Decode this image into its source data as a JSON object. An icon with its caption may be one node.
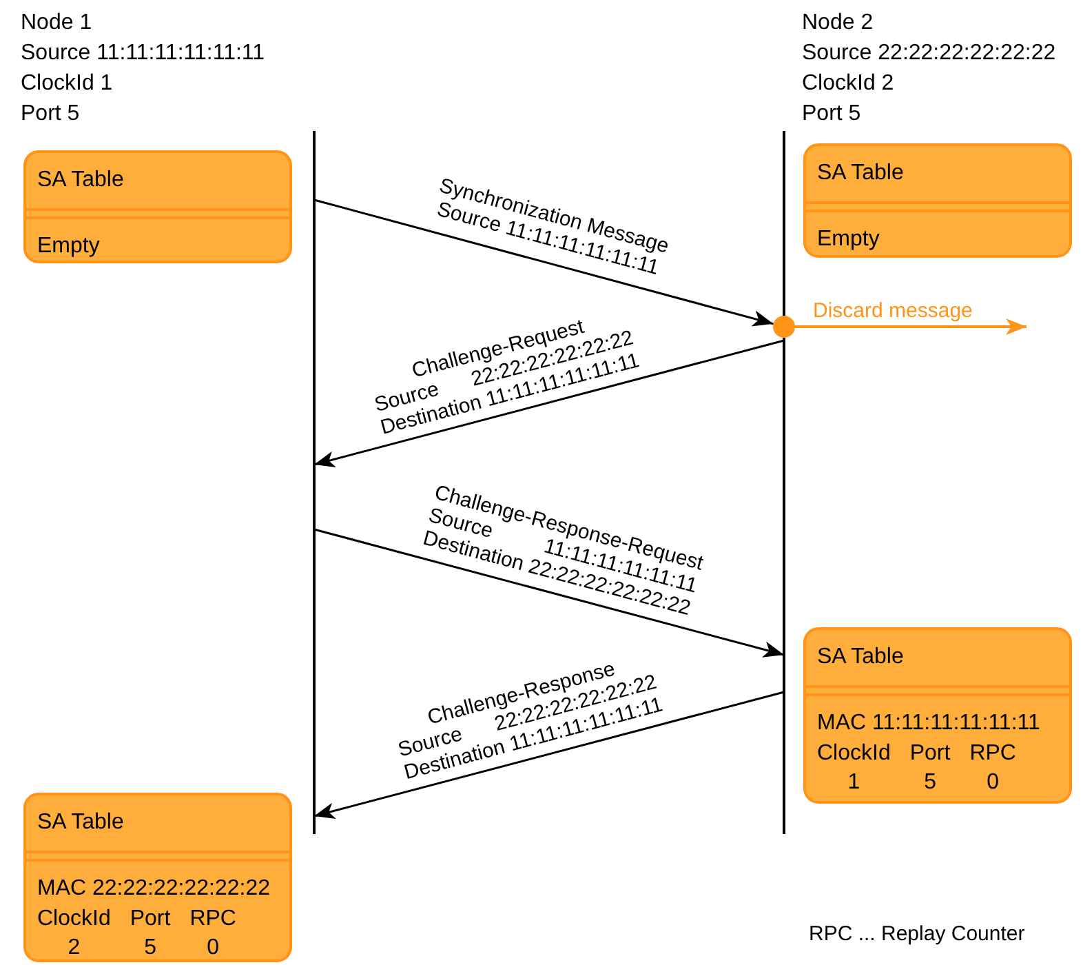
{
  "diagram": {
    "nodes": [
      {
        "text": [
          "Node 1",
          "Source 11:11:11:11:11:11",
          "ClockId 1",
          "Port 5"
        ]
      },
      {
        "text": [
          "Node 2",
          "Source 22:22:22:22:22:22",
          "ClockId 2",
          "Port 5"
        ]
      },
      {
        "text": [],
        "shape": "line"
      },
      {
        "text": [],
        "shape": "line"
      },
      {
        "text": [
          "SA Table",
          "Empty"
        ]
      },
      {
        "text": [
          "SA Table",
          "Empty"
        ]
      },
      {
        "text": [],
        "shape": "circle"
      },
      {
        "text": [
          "SA Table",
          "MAC 11:11:11:11:11:11",
          "ClockId",
          "Port",
          "RPC",
          "1",
          "5",
          "0"
        ]
      },
      {
        "text": [
          "SA Table",
          "MAC 22:22:22:22:22:22",
          "ClockId",
          "Port",
          "RPC",
          "2",
          "5",
          "0"
        ]
      }
    ],
    "edges": [
      {
        "from": 2,
        "to": 6,
        "arrow": "to",
        "label": "Synchronization Message Source 11:11:11:11:11:11"
      },
      {
        "from": 3,
        "to": 2,
        "arrow": "to",
        "label": "Challenge-Request Source 22:22:22:22:22:22 Destination 11:11:11:11:11:11"
      },
      {
        "from": 6,
        "to": null,
        "arrow": "to",
        "label": "Discard message",
        "color": "#ff9419"
      },
      {
        "from": 2,
        "to": 3,
        "arrow": "to",
        "label": "Challenge-Response-Request Source 11:11:11:11:11:11 Destination 22:22:22:22:22:22"
      },
      {
        "from": 3,
        "to": 2,
        "arrow": "to",
        "label": "Challenge-Response Source 22:22:22:22:22:22 Destination 11:11:11:11:11:11"
      }
    ],
    "labels": [
      "RPC ... Replay Counter"
    ]
  }
}
